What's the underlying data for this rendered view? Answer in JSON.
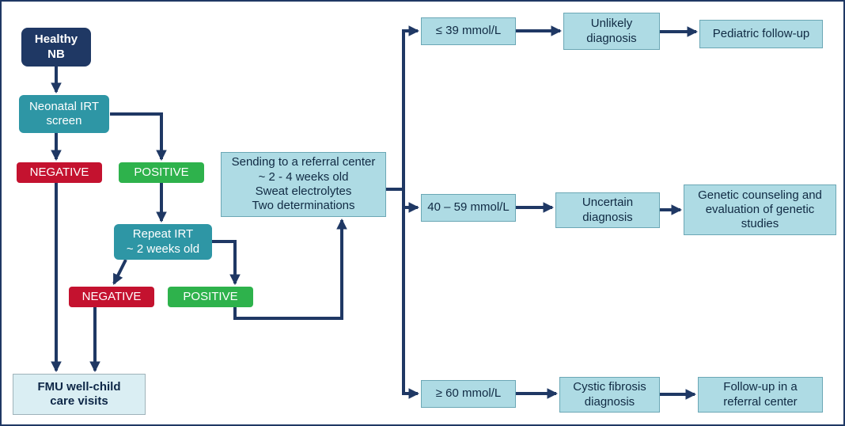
{
  "colors": {
    "navy": "#1f3864",
    "teal": "#2e96a5",
    "red": "#c4122f",
    "green": "#2eb24c",
    "light_blue": "#aedbe4",
    "pale_blue": "#daeef3"
  },
  "nodes": {
    "healthy_nb": "Healthy\nNB",
    "neonatal_irt": "Neonatal IRT\nscreen",
    "negative_1": "NEGATIVE",
    "positive_1": "POSITIVE",
    "repeat_irt": "Repeat IRT\n~ 2 weeks old",
    "negative_2": "NEGATIVE",
    "positive_2": "POSITIVE",
    "referral": "Sending to a referral center\n~ 2 - 4 weeks old\nSweat electrolytes\nTwo determinations",
    "fmu": "FMU well-child\ncare visits",
    "range_low": "≤ 39 mmol/L",
    "unlikely": "Unlikely\ndiagnosis",
    "pediatric": "Pediatric follow-up",
    "range_mid": "40 – 59 mmol/L",
    "uncertain": "Uncertain\ndiagnosis",
    "genetic": "Genetic counseling and\nevaluation of genetic\nstudies",
    "range_high": "≥ 60 mmol/L",
    "cf_diagnosis": "Cystic fibrosis\ndiagnosis",
    "followup_referral": "Follow-up in a\nreferral center"
  }
}
